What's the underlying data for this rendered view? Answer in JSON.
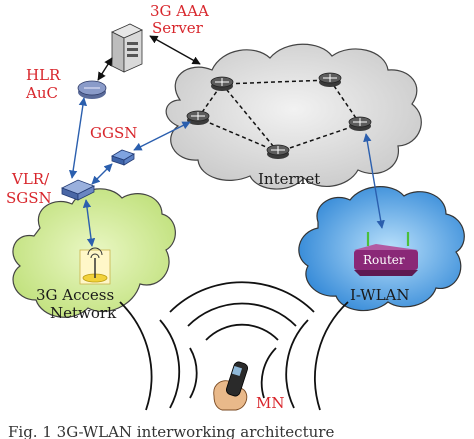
{
  "labels": {
    "server_line1": "3G AAA",
    "server_line2": "Server",
    "hlr_line1": "HLR",
    "hlr_line2": "AuC",
    "ggsn": "GGSN",
    "vlr_line1": "VLR/",
    "vlr_line2": "SGSN",
    "internet": "Internet",
    "access_line1": "3G Access",
    "access_line2": "Network",
    "router": "Router",
    "iwlan": "I-WLAN",
    "mn": "MN",
    "caption": "Fig. 1   3G-WLAN interworking architecture"
  },
  "colors": {
    "red_label": "#d8262c",
    "link_blue": "#2b5fae",
    "internet_cloud": "#dcdcdc",
    "access_cloud": "#d3ec9a",
    "wlan_cloud": "#5aa6e8",
    "router_body": "#8a2877"
  }
}
